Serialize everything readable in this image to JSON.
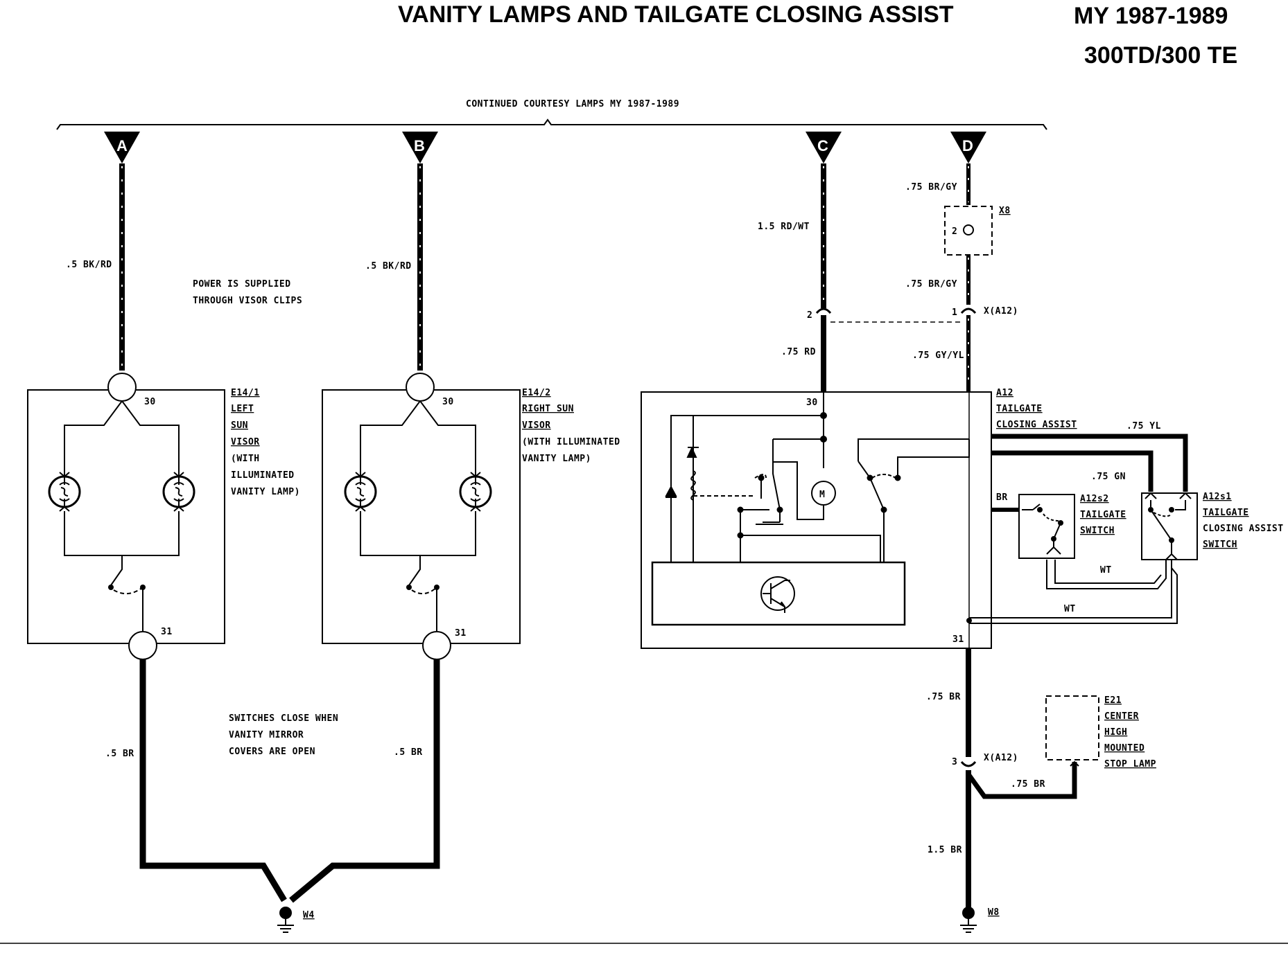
{
  "header": {
    "title": "VANITY LAMPS AND TAILGATE CLOSING ASSIST",
    "model_years": "MY 1987-1989",
    "models": "300TD/300 TE"
  },
  "bus": {
    "label": "CONTINUED COURTESY LAMPS MY 1987-1989"
  },
  "connectors": {
    "a": "A",
    "b": "B",
    "c": "C",
    "d": "D"
  },
  "wires": {
    "a_top": ".5 BK/RD",
    "b_top": ".5 BK/RD",
    "c_top": "1.5 RD/WT",
    "c_bottom": ".75 RD",
    "d_top": ".75 BR/GY",
    "d_mid": ".75 BR/GY",
    "d_bottom": ".75 GY/YL",
    "yl": ".75 YL",
    "gn": ".75 GN",
    "br_switch": "BR",
    "wt1": "WT",
    "wt2": "WT",
    "a12_out": ".75 BR",
    "stop_lamp": ".75 BR",
    "ground_main": "1.5 BR",
    "left_bottom": ".5 BR",
    "right_bottom": ".5 BR"
  },
  "notes": {
    "power_1": "POWER IS SUPPLIED",
    "power_2": "THROUGH VISOR CLIPS",
    "switch_1": "SWITCHES CLOSE WHEN",
    "switch_2": "VANITY MIRROR",
    "switch_3": "COVERS ARE OPEN"
  },
  "components": {
    "e14_1": {
      "id": "E14/1",
      "lines": [
        "LEFT",
        "SUN",
        "VISOR",
        "(WITH",
        "ILLUMINATED",
        "VANITY LAMP)"
      ]
    },
    "e14_2": {
      "id": "E14/2",
      "lines": [
        "RIGHT SUN",
        "VISOR",
        "(WITH ILLUMINATED",
        "VANITY LAMP)"
      ]
    },
    "a12": {
      "id": "A12",
      "lines": [
        "TAILGATE",
        "CLOSING ASSIST"
      ]
    },
    "a12s2": {
      "id": "A12s2",
      "lines": [
        "TAILGATE",
        "SWITCH"
      ]
    },
    "a12s1": {
      "id": "A12s1",
      "lines": [
        "TAILGATE",
        "CLOSING ASSIST",
        "SWITCH"
      ]
    },
    "e21": {
      "id": "E21",
      "lines": [
        "CENTER",
        "HIGH",
        "MOUNTED",
        "STOP LAMP"
      ]
    },
    "x8": "X8",
    "x_a12_top": "X(A12)",
    "x_a12_bottom": "X(A12)",
    "motor": "M"
  },
  "pins": {
    "e14_1_top": "30",
    "e14_1_bottom": "31",
    "e14_2_top": "30",
    "e14_2_bottom": "31",
    "a12_top": "30",
    "a12_bottom": "31",
    "x8_pin": "2",
    "xa12_c": "2",
    "xa12_d": "1",
    "xa12_bottom": "3"
  },
  "grounds": {
    "w4": "W4",
    "w8": "W8"
  }
}
